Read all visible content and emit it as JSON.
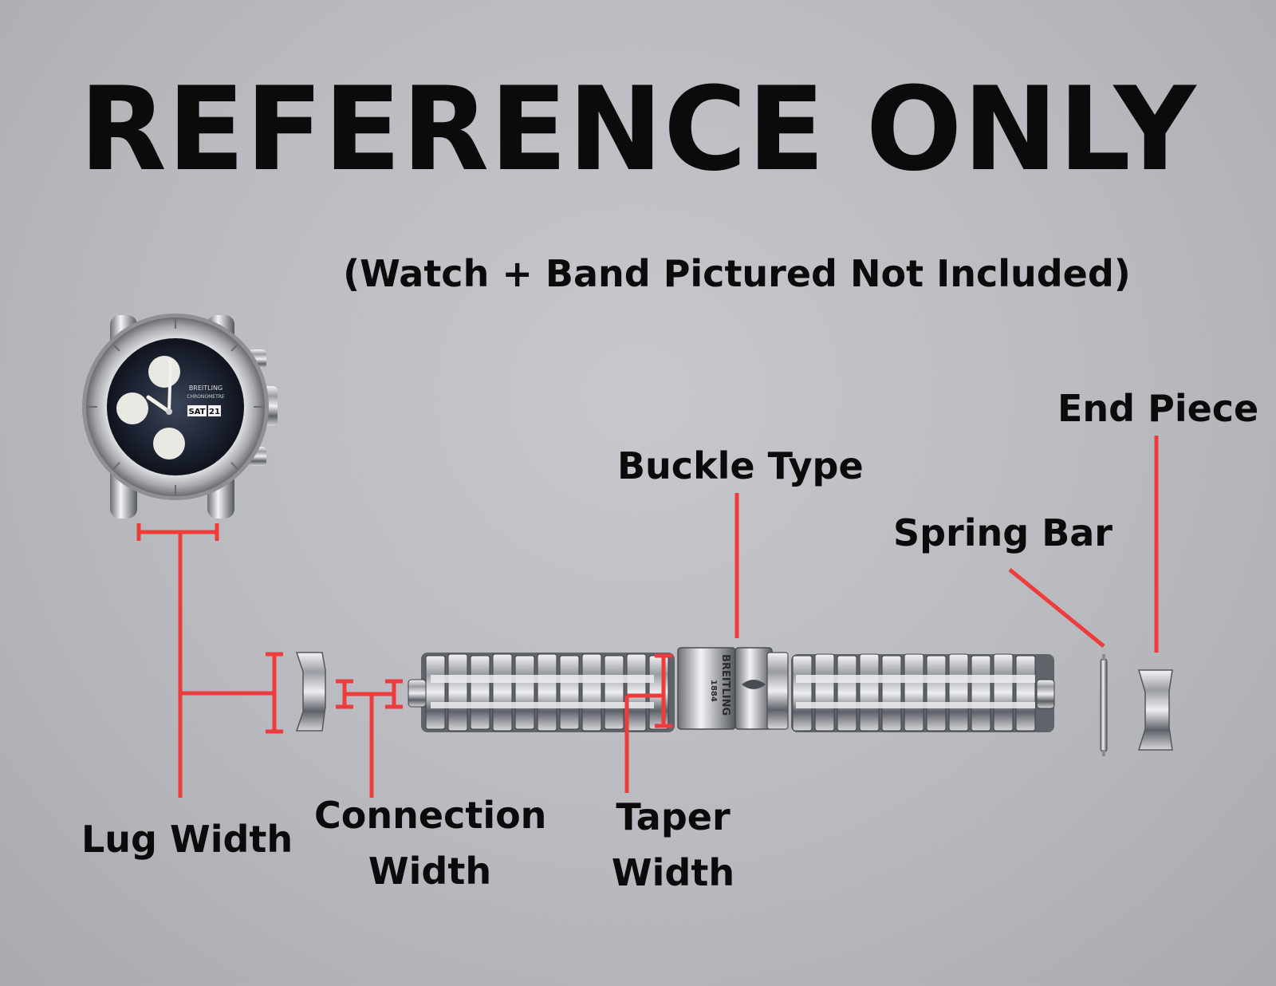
{
  "header": {
    "title": "REFERENCE ONLY",
    "subtitle": "(Watch + Band Pictured Not Included)"
  },
  "watch": {
    "day": "SAT",
    "date": "21",
    "brand": "BREITLING",
    "dial_text": "CHRONOMETRE"
  },
  "clasp": {
    "brand": "BREITLING",
    "year": "1884"
  },
  "labels": {
    "lug_width": "Lug Width",
    "connection_width_line1": "Connection",
    "connection_width_line2": "Width",
    "taper_width_line1": "Taper",
    "taper_width_line2": "Width",
    "buckle_type": "Buckle Type",
    "spring_bar": "Spring Bar",
    "end_piece": "End Piece"
  },
  "colors": {
    "annotation": "#ee3b3b",
    "background": "#bcbdc2",
    "text": "#0b0b0b"
  }
}
